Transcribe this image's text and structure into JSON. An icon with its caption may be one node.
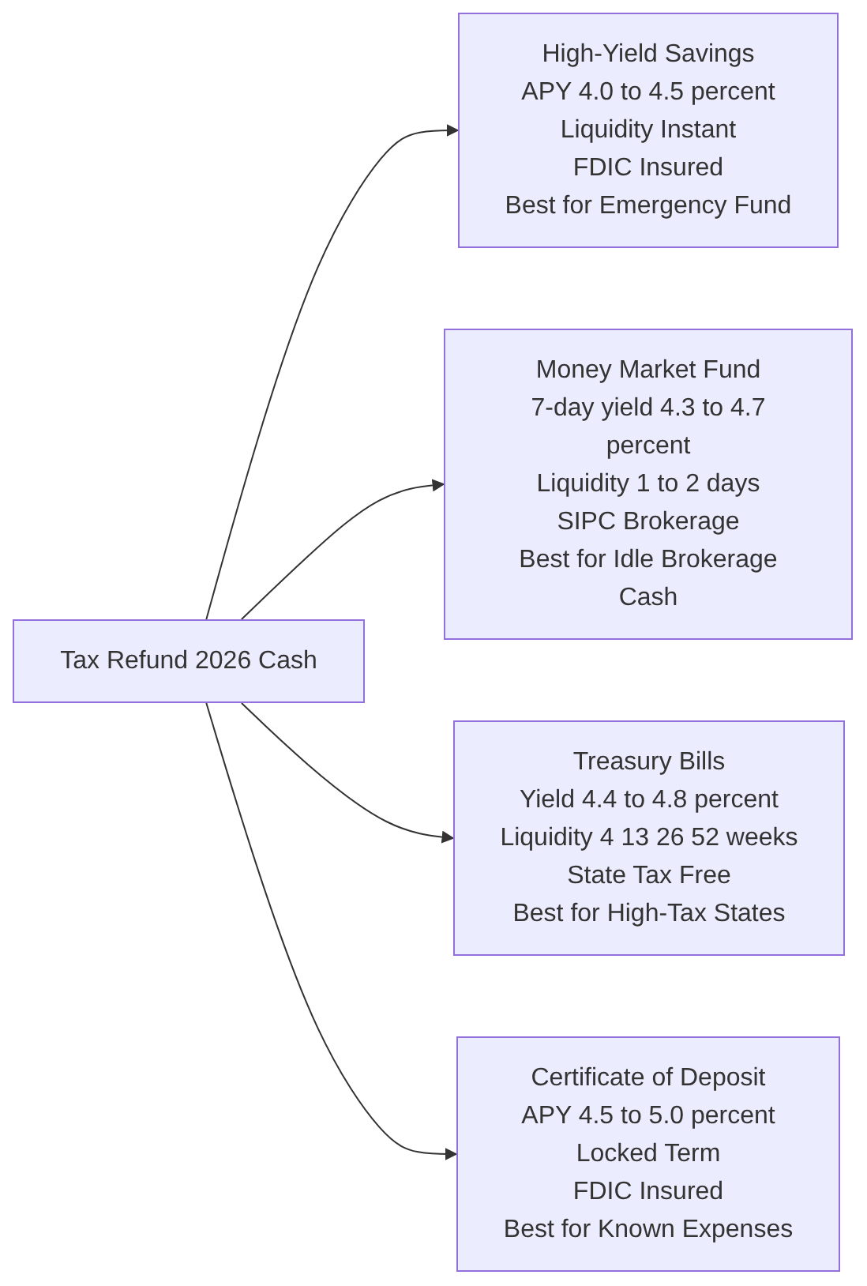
{
  "diagram": {
    "nodes": [
      {
        "text": [
          "Tax Refund 2026 Cash"
        ]
      },
      {
        "text": [
          "High-Yield Savings",
          "APY 4.0 to 4.5 percent",
          "Liquidity Instant",
          "FDIC Insured",
          "Best for Emergency Fund"
        ]
      },
      {
        "text": [
          "Money Market Fund",
          "7-day yield 4.3 to 4.7 percent",
          "Liquidity 1 to 2 days",
          "SIPC Brokerage",
          "Best for Idle Brokerage Cash"
        ]
      },
      {
        "text": [
          "Treasury Bills",
          "Yield 4.4 to 4.8 percent",
          "Liquidity 4 13 26 52 weeks",
          "State Tax Free",
          "Best for High-Tax States"
        ]
      },
      {
        "text": [
          "Certificate of Deposit",
          "APY 4.5 to 5.0 percent",
          "Locked Term",
          "FDIC Insured",
          "Best for Known Expenses"
        ]
      }
    ],
    "edges": [
      {
        "from": 0,
        "to": 1,
        "arrow": "to"
      },
      {
        "from": 0,
        "to": 2,
        "arrow": "to"
      },
      {
        "from": 0,
        "to": 3,
        "arrow": "to"
      },
      {
        "from": 0,
        "to": 4,
        "arrow": "to"
      }
    ]
  }
}
